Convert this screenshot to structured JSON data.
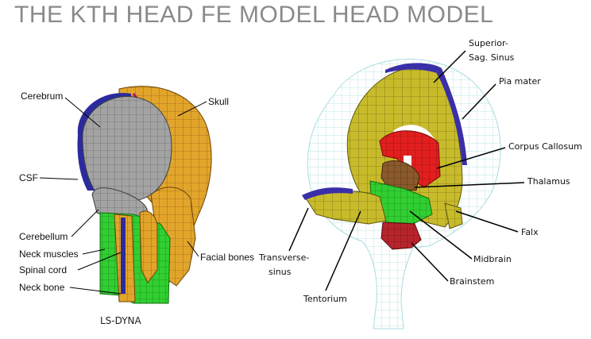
{
  "title": "THE KTH HEAD FE MODEL HEAD MODEL",
  "left_model": {
    "caption": "LS-DYNA",
    "labels": {
      "cerebrum": "Cerebrum",
      "skull": "Skull",
      "csf": "CSF",
      "cerebellum": "Cerebellum",
      "neck_muscles": "Neck muscles",
      "spinal_cord": "Spinal cord",
      "neck_bone": "Neck bone",
      "facial_bones": "Facial bones"
    }
  },
  "right_model": {
    "labels": {
      "superior_sag_sinus_1": "Superior-",
      "superior_sag_sinus_2": "Sag. Sinus",
      "pia_mater": "Pia mater",
      "corpus_callosum": "Corpus Callosum",
      "thalamus": "Thalamus",
      "falx": "Falx",
      "midbrain": "Midbrain",
      "brainstem": "Brainstem",
      "transverse_sinus_1": "Transverse-",
      "transverse_sinus_2": "sinus",
      "tentorium": "Tentorium"
    }
  },
  "colors": {
    "title": "#8a8a8a",
    "skull": "#e3a62a",
    "cerebrum": "#9a9a9a",
    "csf": "#2b2b9e",
    "neck_muscle": "#2fd02f",
    "falx": "#c9bd2a",
    "corpus_callosum": "#e21f1f",
    "thalamus": "#8a5a2b",
    "brainstem": "#b8242c",
    "pia_mesh": "#a9dce0",
    "sinus": "#3b2fa8"
  }
}
